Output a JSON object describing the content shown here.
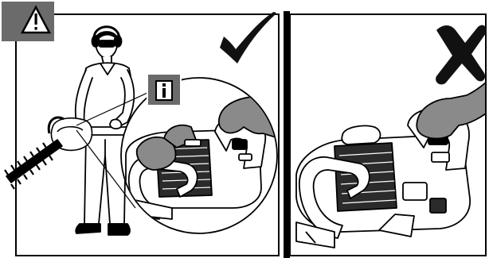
{
  "panels": [
    {
      "id": "left",
      "verdict": "correct",
      "verdict_icon": "checkmark-icon",
      "badges": [
        "warning-icon",
        "info-icon"
      ],
      "color": "#000000"
    },
    {
      "id": "right",
      "verdict": "incorrect",
      "verdict_icon": "cross-icon",
      "color": "#000000"
    }
  ],
  "colors": {
    "ink": "#000000",
    "paper": "#ffffff",
    "badge_fill": "#6b6b6b",
    "glove": "#8a8a8a",
    "motor_dark": "#2b2b2b"
  }
}
